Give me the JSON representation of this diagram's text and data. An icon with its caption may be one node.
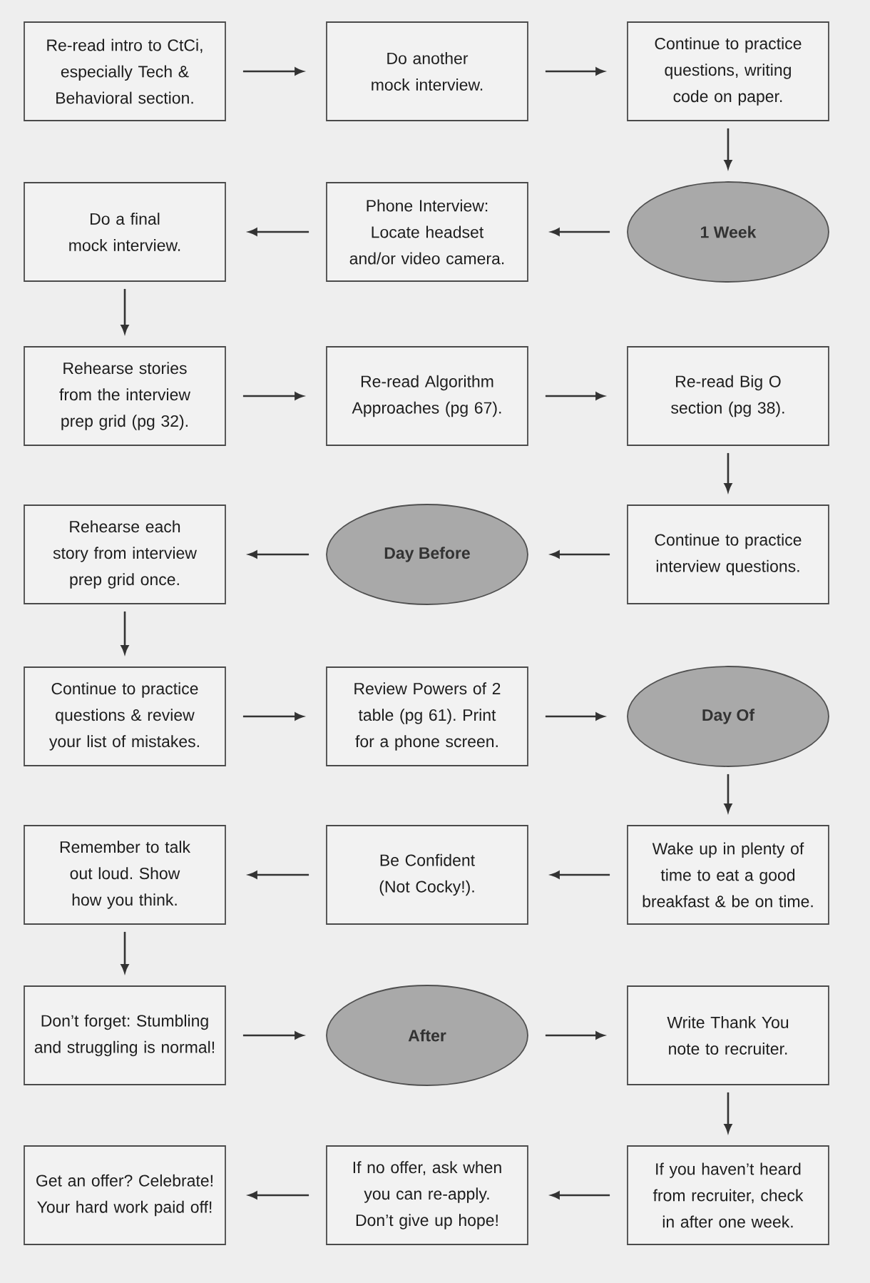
{
  "diagram": {
    "nodes": [
      {
        "text": [
          "Re-read intro to CtCi, especially Tech & Behavioral section."
        ]
      },
      {
        "text": [
          "Do another mock interview."
        ]
      },
      {
        "text": [
          "Continue to practice questions, writing code on paper."
        ]
      },
      {
        "text": [
          "Do a final mock interview."
        ]
      },
      {
        "text": [
          "Phone Interview: Locate headset and/or video camera."
        ]
      },
      {
        "text": [
          "1 Week"
        ]
      },
      {
        "text": [
          "Rehearse stories from the interview prep grid (pg 32)."
        ]
      },
      {
        "text": [
          "Re-read Algorithm Approaches (pg 67)."
        ]
      },
      {
        "text": [
          "Re-read Big O section (pg 38)."
        ]
      },
      {
        "text": [
          "Rehearse each story from interview prep grid once."
        ]
      },
      {
        "text": [
          "Day Before"
        ]
      },
      {
        "text": [
          "Continue to practice interview questions."
        ]
      },
      {
        "text": [
          "Continue to practice questions & review your list of mistakes."
        ]
      },
      {
        "text": [
          "Review Powers of 2 table (pg 61). Print for a phone screen."
        ]
      },
      {
        "text": [
          "Day Of"
        ]
      },
      {
        "text": [
          "Remember to talk out loud. Show how you think."
        ]
      },
      {
        "text": [
          "Be Confident (Not Cocky!)."
        ]
      },
      {
        "text": [
          "Wake up in plenty of time to eat a good breakfast & be on time."
        ]
      },
      {
        "text": [
          "Don’t forget: Stumbling and struggling is normal!"
        ]
      },
      {
        "text": [
          "After"
        ]
      },
      {
        "text": [
          "Write Thank You note to recruiter."
        ]
      },
      {
        "text": [
          "Get an offer? Celebrate! Your hard work paid off!"
        ]
      },
      {
        "text": [
          "If no offer, ask when you can re-apply. Don’t give up hope!"
        ]
      },
      {
        "text": [
          "If you haven’t heard from recruiter, check in after one week."
        ]
      }
    ],
    "edges": [
      {
        "from": 0,
        "to": 1,
        "arrow": "to"
      },
      {
        "from": 1,
        "to": 2,
        "arrow": "to"
      },
      {
        "from": 2,
        "to": 5,
        "arrow": "to"
      },
      {
        "from": 5,
        "to": 4,
        "arrow": "to"
      },
      {
        "from": 4,
        "to": 3,
        "arrow": "to"
      },
      {
        "from": 3,
        "to": 6,
        "arrow": "to"
      },
      {
        "from": 6,
        "to": 7,
        "arrow": "to"
      },
      {
        "from": 7,
        "to": 8,
        "arrow": "to"
      },
      {
        "from": 8,
        "to": 11,
        "arrow": "to"
      },
      {
        "from": 11,
        "to": 10,
        "arrow": "to"
      },
      {
        "from": 10,
        "to": 9,
        "arrow": "to"
      },
      {
        "from": 9,
        "to": 12,
        "arrow": "to"
      },
      {
        "from": 12,
        "to": 13,
        "arrow": "to"
      },
      {
        "from": 13,
        "to": 14,
        "arrow": "to"
      },
      {
        "from": 14,
        "to": 17,
        "arrow": "to"
      },
      {
        "from": 17,
        "to": 16,
        "arrow": "to"
      },
      {
        "from": 16,
        "to": 15,
        "arrow": "to"
      },
      {
        "from": 15,
        "to": 18,
        "arrow": "to"
      },
      {
        "from": 18,
        "to": 19,
        "arrow": "to"
      },
      {
        "from": 19,
        "to": 20,
        "arrow": "to"
      },
      {
        "from": 20,
        "to": 23,
        "arrow": "to"
      },
      {
        "from": 23,
        "to": 22,
        "arrow": "to"
      },
      {
        "from": 22,
        "to": 21,
        "arrow": "to"
      }
    ]
  }
}
